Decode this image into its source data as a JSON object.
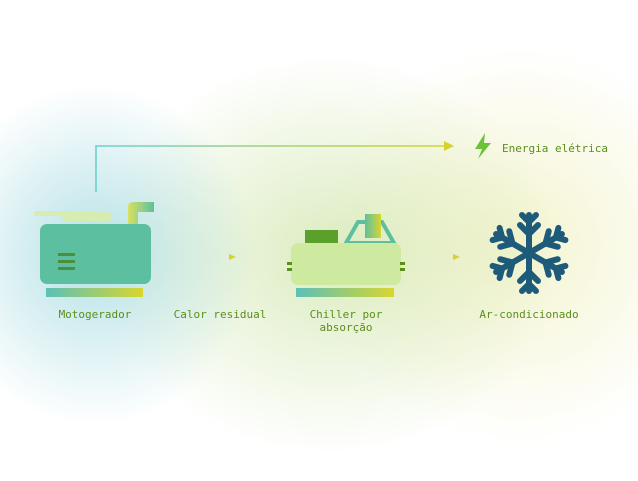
{
  "labels": {
    "energy": "Energia elétrica",
    "motogenerator": "Motogerador",
    "waste_heat": "Calor residual",
    "chiller": "Chiller por\nabsorção",
    "air_conditioning": "Ar-condicionado"
  },
  "colors": {
    "teal": "#5cc0a0",
    "light_green": "#cdeaa0",
    "dark_green": "#5a8f1c",
    "lime": "#d8d630",
    "snowflake": "#1e5a7a",
    "arrow_start": "#6ccfcf",
    "arrow_end": "#d6d22e"
  },
  "icons": [
    "lightning-icon",
    "motogenerator-icon",
    "chiller-icon",
    "snowflake-icon"
  ]
}
